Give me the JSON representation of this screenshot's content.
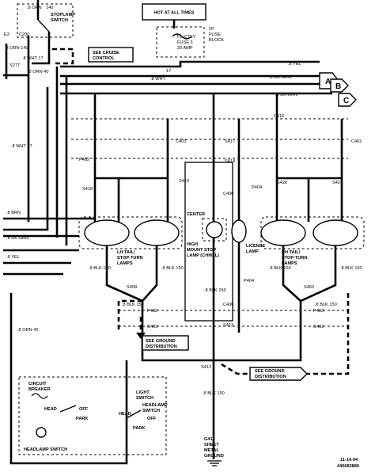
{
  "top": {
    "hot_label": "HOT AT ALL TIMES",
    "fuse_name": "T/L CTSY",
    "fuse_number": "FUSE 3",
    "fuse_rating": "20 AMP",
    "fuse_block_1": "I/P",
    "fuse_block_2": "FUSE",
    "fuse_block_3": "BLOCK"
  },
  "stoplamp": {
    "feed": ".8 ORN",
    "feed_num": "140",
    "title_1": "STOPLAMP",
    "title_2": "SWITCH",
    "e3": "E3",
    "c200": "C200",
    "orn_140": ".8 ORN 140",
    "blu_wht": ".8 WHT 17",
    "s277": "S277",
    "orn_40": ".8 ORN 40",
    "cruise_1": "SEE CRUISE",
    "cruise_2": "CONTROL"
  },
  "bus": {
    "a": "A",
    "b": "B",
    "c": "C",
    "yel": ".8 YEL",
    "dk_grn_1": ".8 DK GRN",
    "dk_grn_2": ".8 DK GRN",
    "wht": ".8 WHT",
    "num17": "17"
  },
  "left": {
    "wht17": ".8 WHT 17",
    "brn": ".8 BRN",
    "dk_grn": ".8 DK GRN",
    "yel": ".8 YEL"
  },
  "connectors": {
    "c215": "C215",
    "c403": "C403",
    "p402": "P402",
    "c402": "C402",
    "s417": "S417",
    "s414": "S414",
    "s419": "S419",
    "s418": "S418",
    "s420": "S420",
    "s421": "S421",
    "p404": "P404",
    "c400": "C400"
  },
  "lamps": {
    "lh_1": "LH TAIL/",
    "lh_2": "STOP-TURN",
    "lh_3": "LAMPS",
    "center_1": "CENTER",
    "center_2": "HIGH",
    "center_3": "MOUNT STOP",
    "center_4": "LAMP (CHMSL)",
    "lic_1": "LICENSE",
    "lic_2": "LAMP",
    "rh_1": "RH TAIL/",
    "rh_2": "STOP-TURN",
    "rh_3": "LAMPS"
  },
  "grounds": {
    "blk150": ".8 BLK 150",
    "s458": "S458",
    "s460": "S460",
    "p403": "P403",
    "s413": "S413",
    "s412": "S412",
    "dist_1": "SEE GROUND",
    "dist_2": "DISTRIBUTION",
    "g410": "G410",
    "sheet": "SHEET",
    "metal": "METAL",
    "ground": "GROUND"
  },
  "headlamp": {
    "orn40": ".8 ORN 40",
    "cb_1": "CIRCUIT",
    "cb_2": "BREAKER",
    "head": "HEAD",
    "off": "OFF",
    "park": "PARK",
    "light_1": "LIGHT",
    "light_2": "SWITCH",
    "hl_1": "HEADLAMP",
    "hl_2": "SWITCH",
    "caption": "HEADLAMP SWITCH"
  },
  "footer": {
    "date": "11-14-94",
    "code": "440683886"
  }
}
